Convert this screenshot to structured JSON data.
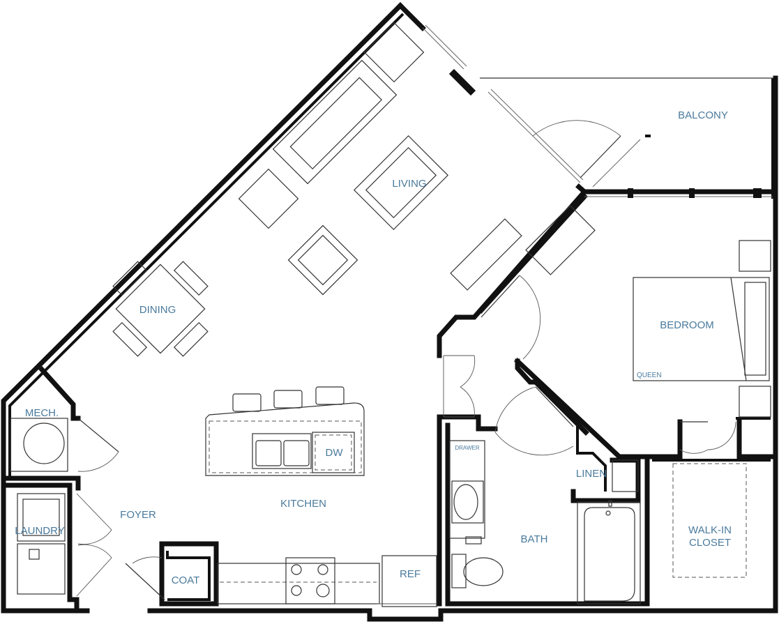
{
  "rooms": {
    "balcony": "BALCONY",
    "living": "LIVING",
    "dining": "DINING",
    "bedroom": "BEDROOM",
    "bed_size": "QUEEN",
    "mech": "MECH.",
    "laundry": "LAUNDRY",
    "foyer": "FOYER",
    "kitchen": "KITCHEN",
    "dishwasher": "DW",
    "coat": "COAT",
    "refrigerator": "REF",
    "drawer": "DRAWER",
    "bath": "BATH",
    "linen": "LINEN",
    "walk_in_line1": "WALK-IN",
    "walk_in_line2": "CLOSET"
  }
}
